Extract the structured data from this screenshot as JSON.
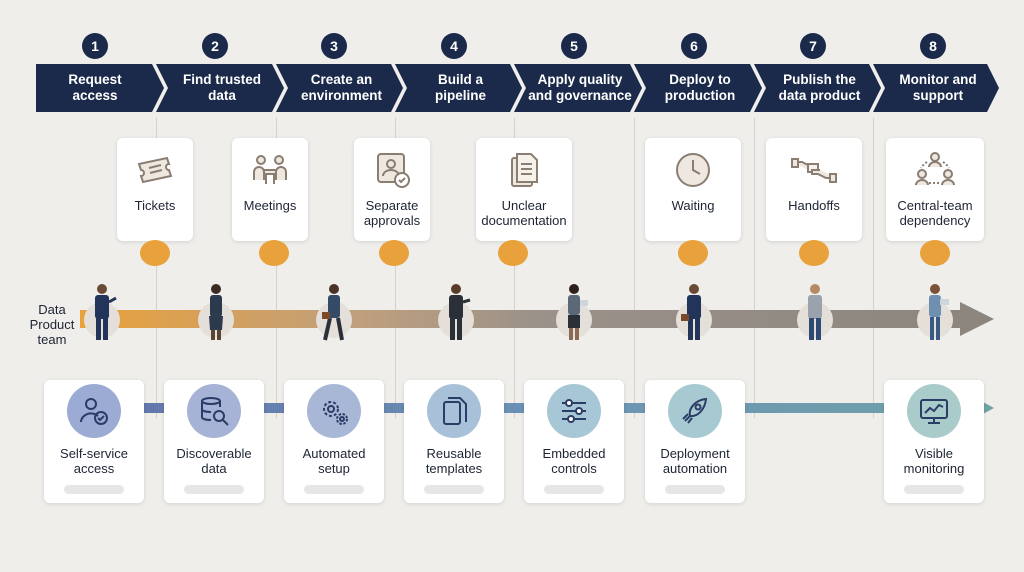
{
  "steps": [
    {
      "num": "1",
      "label": "Request\naccess"
    },
    {
      "num": "2",
      "label": "Find trusted\ndata"
    },
    {
      "num": "3",
      "label": "Create an\nenvironment"
    },
    {
      "num": "4",
      "label": "Build a\npipeline"
    },
    {
      "num": "5",
      "label": "Apply quality\nand governance"
    },
    {
      "num": "6",
      "label": "Deploy to\nproduction"
    },
    {
      "num": "7",
      "label": "Publish the\ndata product"
    },
    {
      "num": "8",
      "label": "Monitor and\nsupport"
    }
  ],
  "pain_points": [
    {
      "label": "Tickets",
      "icon": "ticket-icon"
    },
    {
      "label": "Meetings",
      "icon": "meeting-icon"
    },
    {
      "label": "Separate\napprovals",
      "icon": "approval-icon"
    },
    {
      "label": "Unclear\ndocumentation",
      "icon": "document-icon"
    },
    {
      "label": "Waiting",
      "icon": "clock-icon"
    },
    {
      "label": "Handoffs",
      "icon": "handoff-icon"
    },
    {
      "label": "Central-team\ndependency",
      "icon": "team-network-icon"
    }
  ],
  "team_label": "Data\nProduct\nteam",
  "solutions": [
    {
      "label": "Self-service\naccess",
      "icon": "user-check-icon"
    },
    {
      "label": "Discoverable\ndata",
      "icon": "database-search-icon"
    },
    {
      "label": "Automated\nsetup",
      "icon": "gears-icon"
    },
    {
      "label": "Reusable\ntemplates",
      "icon": "template-icon"
    },
    {
      "label": "Embedded\ncontrols",
      "icon": "sliders-icon"
    },
    {
      "label": "Deployment\nautomation",
      "icon": "rocket-icon"
    },
    {
      "label": "Visible\nmonitoring",
      "icon": "monitor-chart-icon"
    }
  ],
  "colors": {
    "navy": "#1b2a4a",
    "accent_orange": "#e9a13b",
    "journey_arrow_start": "#e9a13b",
    "journey_arrow_end": "#8b857e",
    "solution_arrow_start": "#6277ad",
    "solution_arrow_end": "#6fa2a8"
  }
}
